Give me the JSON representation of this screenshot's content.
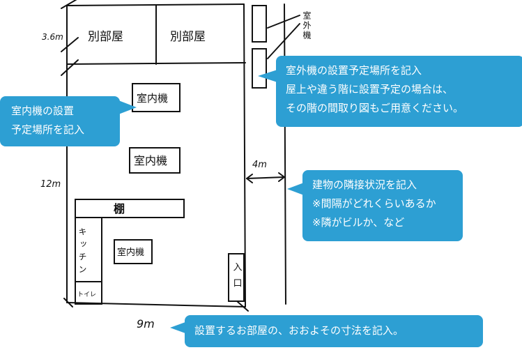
{
  "floorplan": {
    "dim_top_left": "3.6m",
    "dim_left": "12m",
    "dim_bottom": "9m",
    "dim_gap": "4m",
    "room_1": "別部屋",
    "room_2": "別部屋",
    "indoor_unit_1": "室内機",
    "indoor_unit_2": "室内機",
    "indoor_unit_3": "室内機",
    "shelf": "棚",
    "kitchen": "キッチン",
    "toilet": "トイレ",
    "entrance": "入口",
    "outdoor_unit": "室外機"
  },
  "callouts": {
    "outdoor_unit": {
      "lines": [
        "室外機の設置予定場所を記入",
        "屋上や違う階に設置予定の場合は、",
        "その階の間取り図もご用意ください。"
      ]
    },
    "indoor_unit": {
      "lines": [
        "室内機の設置",
        "予定場所を記入"
      ]
    },
    "adjacent_building": {
      "lines": [
        "建物の隣接状況を記入",
        "※間隔がどれくらいあるか",
        "※隣がビルか、など"
      ]
    },
    "room_size": {
      "lines": [
        "設置するお部屋の、おおよその寸法を記入。"
      ]
    }
  }
}
